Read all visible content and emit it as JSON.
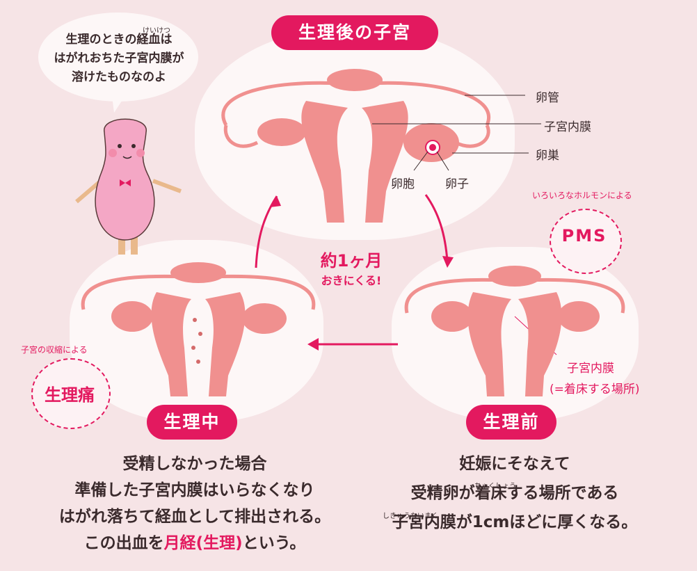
{
  "titles": {
    "after": "生理後の子宮",
    "during": "生理中",
    "before": "生理前"
  },
  "speech": {
    "line1": "生理のときの経血は",
    "line2": "はがれおちた子宮内膜が",
    "line3": "溶けたものなのよ",
    "ruby": "けいけつ"
  },
  "labels": {
    "oviduct": "卵管",
    "endometrium": "子宮内膜",
    "ovary": "卵巣",
    "follicle": "卵胞",
    "egg": "卵子",
    "endometrium_pink": "子宮内膜",
    "implant_site": "(=着床する場所)"
  },
  "cycle": {
    "line1": "約1ヶ月",
    "line2": "おきにくる!"
  },
  "pms": {
    "arc": "いろいろなホルモンによる",
    "label": "PMS"
  },
  "cramps": {
    "arc": "子宮の収縮による",
    "label": "生理痛"
  },
  "during_text": {
    "line1": "受精しなかった場合",
    "line2": "準備した子宮内膜はいらなくなり",
    "line3": "はがれ落ちて経血として排出される。",
    "line4_a": "この出血を",
    "line4_b": "月経(生理)",
    "line4_c": "という。"
  },
  "before_text": {
    "line1": "妊娠にそなえて",
    "line2_a": "受精卵",
    "line2_b": "が",
    "line2_c": "着床",
    "line2_d": "する場所である",
    "line3_a": "子宮内膜",
    "line3_b": "が1cmほどに厚くなる。",
    "ruby_chakusho": "ちゃくしょう",
    "ruby_naimaku": "しきゅうないまく"
  },
  "colors": {
    "background": "#f6e4e6",
    "accent": "#e3195f",
    "uterus": "#f0908f",
    "uterus_dark": "#d46a6a",
    "blob": "#fdf7f7"
  }
}
